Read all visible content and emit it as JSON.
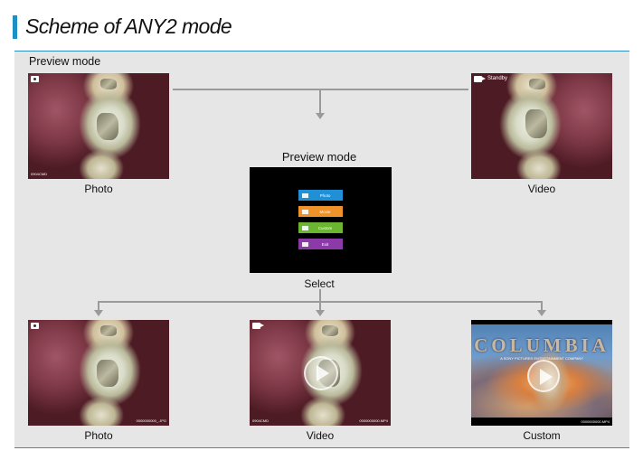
{
  "title": "Scheme of ANY2 mode",
  "panel_label": "Preview mode",
  "top_row": {
    "photo": {
      "caption": "Photo",
      "footer": "0904CMD"
    },
    "video": {
      "caption": "Video",
      "status": "Standby"
    }
  },
  "center": {
    "heading": "Preview mode",
    "caption": "Select",
    "menu": [
      {
        "label": "Photo",
        "color": "#1f8fd6"
      },
      {
        "label": "Movie",
        "color": "#f0922a"
      },
      {
        "label": "Custom",
        "color": "#6bb531"
      },
      {
        "label": "Exit",
        "color": "#8b3aa8"
      }
    ]
  },
  "bottom_row": {
    "photo": {
      "caption": "Photo",
      "file": "0000000000_.JPG"
    },
    "video": {
      "caption": "Video",
      "file": "0000000000.MP4",
      "footer": "0904CMD"
    },
    "custom": {
      "caption": "Custom",
      "file": "0000000000.MP4",
      "logo_text": "COLUMBIA",
      "sub": "A SONY PICTURES ENTERTAINMENT COMPANY"
    }
  },
  "colors": {
    "accent": "#1b8fc6",
    "panel": "#e6e6e6",
    "connector": "#9a9a9a"
  }
}
